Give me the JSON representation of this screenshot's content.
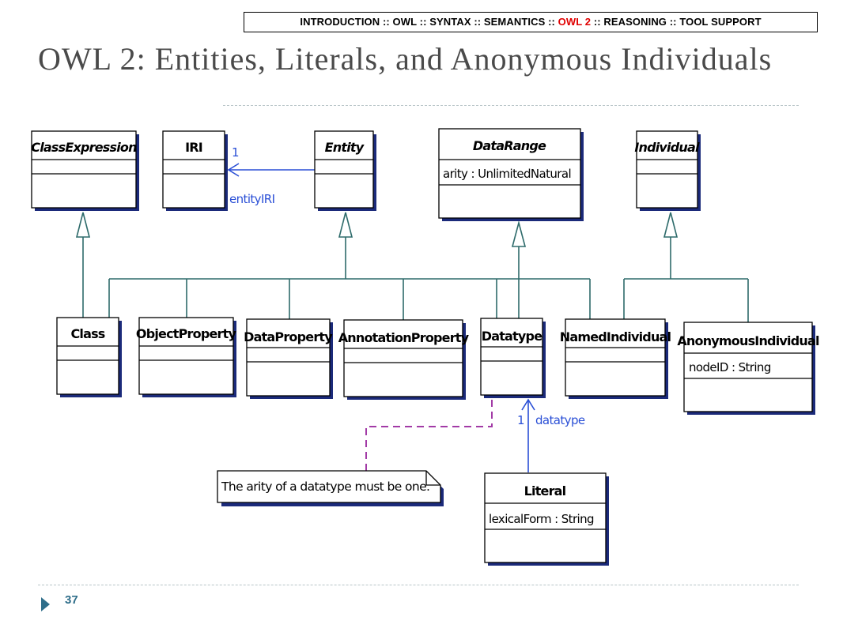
{
  "nav": {
    "items": [
      "INTRODUCTION",
      "OWL",
      "SYNTAX",
      "SEMANTICS",
      "OWL 2",
      "REASONING",
      "TOOL SUPPORT"
    ],
    "active": "OWL 2",
    "separator": "::",
    "active_color": "#e00000"
  },
  "slide": {
    "title": "OWL 2: Entities, Literals, and Anonymous Individuals",
    "page_number": "37"
  },
  "diagram": {
    "classes": {
      "class_expression": {
        "name": "ClassExpression",
        "abstract": true,
        "attribute": ""
      },
      "iri": {
        "name": "IRI",
        "abstract": false,
        "attribute": ""
      },
      "entity": {
        "name": "Entity",
        "abstract": true,
        "attribute": ""
      },
      "data_range": {
        "name": "DataRange",
        "abstract": true,
        "attribute": "arity : UnlimitedNatural"
      },
      "individual": {
        "name": "Individual",
        "abstract": true,
        "attribute": ""
      },
      "class": {
        "name": "Class",
        "abstract": false,
        "attribute": ""
      },
      "object_property": {
        "name": "ObjectProperty",
        "abstract": false,
        "attribute": ""
      },
      "data_property": {
        "name": "DataProperty",
        "abstract": false,
        "attribute": ""
      },
      "annotation_property": {
        "name": "AnnotationProperty",
        "abstract": false,
        "attribute": ""
      },
      "datatype": {
        "name": "Datatype",
        "abstract": false,
        "attribute": ""
      },
      "named_individual": {
        "name": "NamedIndividual",
        "abstract": false,
        "attribute": ""
      },
      "anonymous_individual": {
        "name": "AnonymousIndividual",
        "abstract": false,
        "attribute": "nodeID : String"
      },
      "literal": {
        "name": "Literal",
        "abstract": false,
        "attribute": "lexicalForm : String"
      }
    },
    "associations": {
      "entity_iri": {
        "multiplicity": "1",
        "role": "entityIRI"
      },
      "literal_datatype": {
        "multiplicity": "1",
        "role": "datatype"
      }
    },
    "note": "The arity of a datatype must be one.",
    "colors": {
      "generalization": "#2e6b6b",
      "association": "#2a4fd6",
      "note_link": "#a23aa6",
      "box_shadow": "#1b2a7a"
    }
  }
}
